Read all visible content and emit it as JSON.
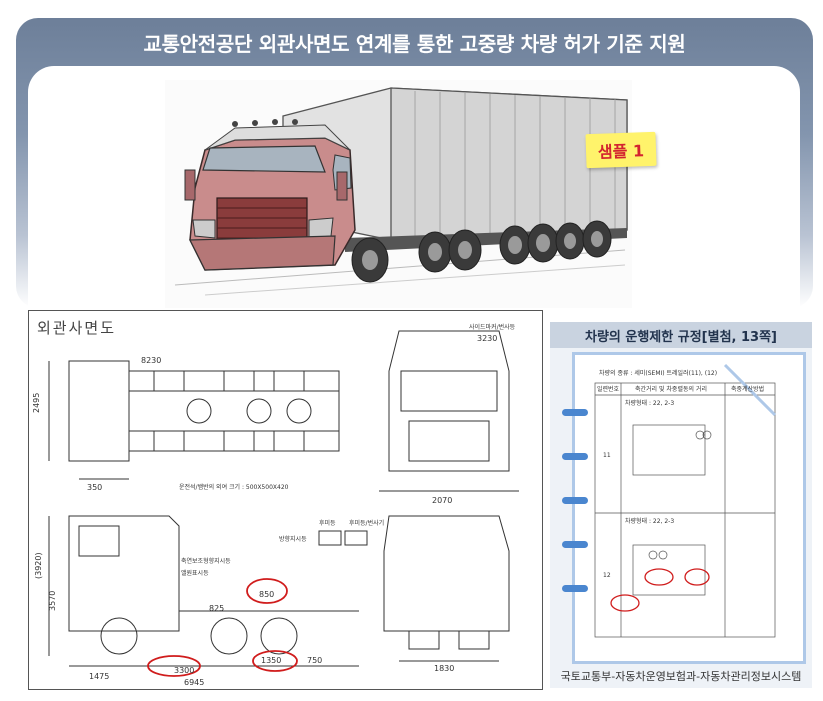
{
  "header": {
    "title": "교통안전공단 외관사면도 연계를 통한 고중량 차량 허가 기준 지원"
  },
  "sample": {
    "label": "샘플 1"
  },
  "drawing": {
    "title": "외관사면도",
    "labels": {
      "top_note": "운전석/뱀반의 외여 크기 : 500X500X420",
      "side_label1": "축연보조형향지시등",
      "side_label2": "앨원표시등",
      "lamp_label1": "후미등",
      "lamp_label2": "후미등/번사기",
      "lamp_label3": "방향지시등",
      "front_label": "사이드마커/번사등",
      "front_dims": "3230"
    },
    "dims": {
      "d350": "350",
      "d2495": "2495",
      "d8230": "8230",
      "d2070": "2070",
      "d3920": "(3920)",
      "d3570": "3570",
      "d825": "825",
      "d850": "850",
      "d1475": "1475",
      "d3300": "3300",
      "d1350": "1350",
      "d750": "750",
      "d6945": "6945",
      "d1830": "1830"
    }
  },
  "regulation": {
    "header": "차량의 운행제한 규정[별첨, 13쪽]",
    "doc_line": "차량의 종류 : 세미(SEMI) 트레일러(11), (12)",
    "col1": "일련번호",
    "col2": "축간거리 및 차중렬동의 거리",
    "col3": "축중계산방법",
    "row1_no": "11",
    "row2_no": "12",
    "row1_axle": "차량형태 : 22, 2-3",
    "row2_axle": "차량형태 : 22, 2-3",
    "footer": "국토교통부-자동차운영보험과-자동차관리정보시스템"
  }
}
